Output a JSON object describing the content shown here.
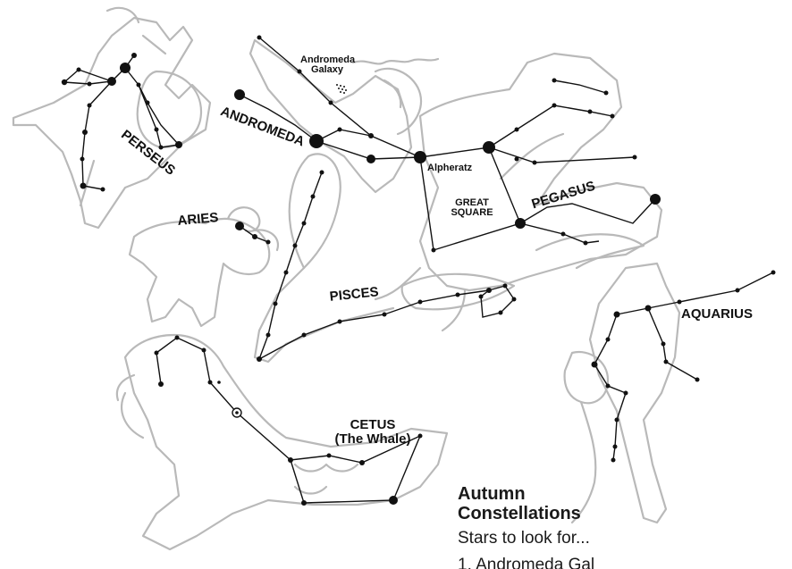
{
  "caption": {
    "title_line1": "Autumn",
    "title_line2": "Constellations",
    "subtitle": "Stars to look for...",
    "item_1": "1. Andromeda Gal"
  },
  "labels": {
    "perseus": "PERSEUS",
    "andromeda": "ANDROMEDA",
    "andromeda_galaxy_line1": "Andromeda",
    "andromeda_galaxy_line2": "Galaxy",
    "alpheratz": "Alpheratz",
    "great_square_line1": "GREAT",
    "great_square_line2": "SQUARE",
    "pegasus": "PEGASUS",
    "aries": "ARIES",
    "pisces": "PISCES",
    "aquarius": "AQUARIUS",
    "cetus_line1": "CETUS",
    "cetus_line2": "(The Whale)"
  },
  "colors": {
    "star": "#111111",
    "figure_outline": "#b9b9b9",
    "background": "#ffffff"
  }
}
